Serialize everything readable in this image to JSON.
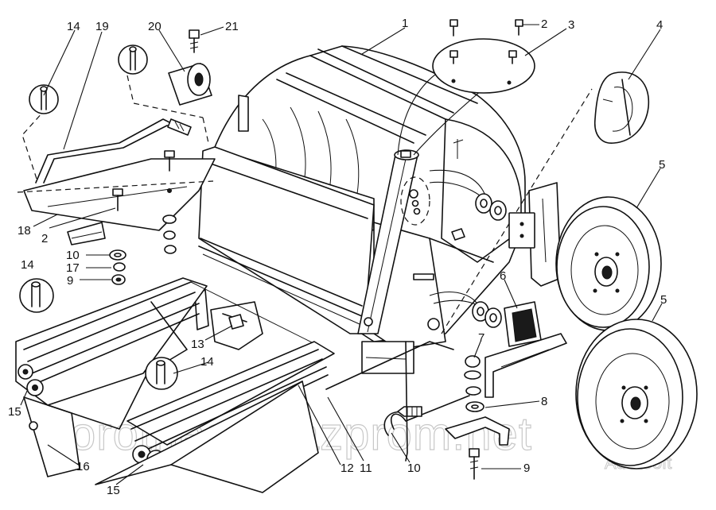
{
  "labels": {
    "l1": "1",
    "l2_top": "2",
    "l3": "3",
    "l4": "4",
    "l5_top": "5",
    "l5_bottom": "5",
    "l6": "6",
    "l7": "7",
    "l8": "8",
    "l9_bottom": "9",
    "l9_left": "9",
    "l10_bottom": "10",
    "l10_left": "10",
    "l11": "11",
    "l12": "12",
    "l13": "13",
    "l14_top": "14",
    "l14_left": "14",
    "l14_mid": "14",
    "l15_left": "15",
    "l15_bottom": "15",
    "l16": "16",
    "l17": "17",
    "l18": "18",
    "l2_left": "2",
    "l19": "19",
    "l20": "20",
    "l21": "21"
  },
  "watermark": {
    "main": "vorotnesh.kazprom.net",
    "sub": "AutoSoft"
  }
}
